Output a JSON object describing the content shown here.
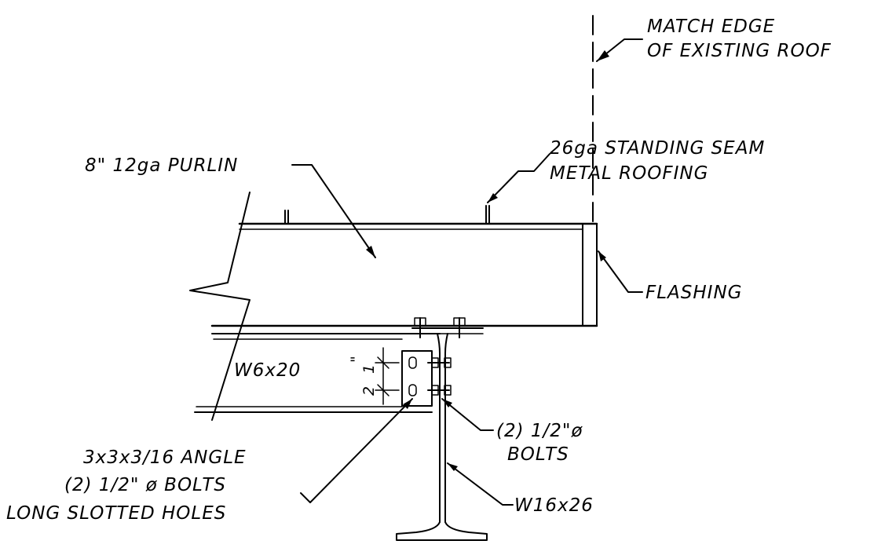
{
  "labels": {
    "match_edge_1": "MATCH EDGE",
    "match_edge_2": "OF EXISTING ROOF",
    "roofing_1": "26ga STANDING SEAM",
    "roofing_2": "METAL ROOFING",
    "purlin": "8\" 12ga PURLIN",
    "flashing": "FLASHING",
    "w6": "W6x20",
    "dim_1": "1",
    "dim_2": "2",
    "dim_unit": "\"",
    "bolts_right_1": "(2) 1/2\"ø",
    "bolts_right_2": "BOLTS",
    "angle_1": "3x3x3/16 ANGLE",
    "angle_2": "(2) 1/2\" ø BOLTS",
    "angle_3": "LONG SLOTTED HOLES",
    "w16": "W16x26"
  }
}
